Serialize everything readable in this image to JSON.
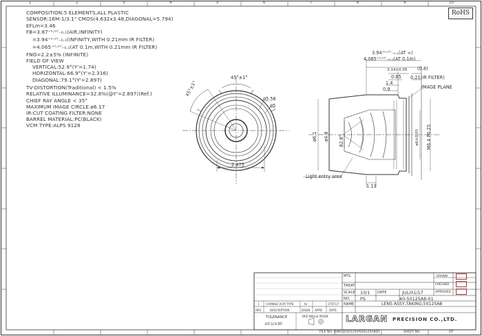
{
  "document": {
    "rohs_mark": "RoHS",
    "spec_lines": [
      "COMPOSITION:5 ELEMENTS,ALL PLASTIC",
      "SENSOR:16M-1/3.1\" CMOS(4.632x3.48,DIAGONAL=5.794)",
      "EFLm=3.46",
      "FB=3.87⁺⁰·⁰⁷₋₀.₁(AIR,INFINITY)",
      "=3.94⁺⁰·⁰⁷₋₀.₁(INFINITY,WITH 0.21mm IR FILTER)",
      "=4.065⁺⁰·⁰⁷₋₀.₁(AT 0.1m,WITH 0.21mm IR FILTER)",
      "FNO=2.2±5% (INFINITE)",
      "FIELD OF VIEW",
      "VERTICAL:52.9°(Y'=1.74)",
      "HORIZONTAL:66.9°(Y'=2.316)",
      "DIAGONAL:79.1°(Y'=2.897)",
      "TV-DISTORTION(Traditional)  < 1.5%",
      "RELATIVE ILLUMINANCE=32.8%(@Y'=2.897)(Ref.)",
      "CHIEF RAY ANGLE < 35°",
      "MAXIMUM IMAGE CIRCLE:ø6.17",
      "IR-CUT COATING FILTER:NONE",
      "BARREL MATERIAL:PC(BLACK)",
      "VCM TYPE:ALPS 9128"
    ],
    "border_numbers_top": [
      "1",
      "2",
      "3",
      "4",
      "5",
      "6",
      "7",
      "8",
      "9",
      "10"
    ],
    "front_view_dims": {
      "angle_45": "45°±1°",
      "angle_45_left": "45°±1°",
      "d556": "ø5.56",
      "d5": "ø5",
      "width": "2.975"
    },
    "side_view_dims": {
      "fb_infinity": "3.94⁺⁰·⁰⁷₋₀.₁(AT ∞)",
      "fb_01m": "4.065⁺⁰·⁰⁷₋₀.₁(AT 0.1m)",
      "d314": "3.14±0.05",
      "d08": "(0.8)",
      "d065": "0.65",
      "d14": "1.4",
      "d021": "0.21(IR FILTER)",
      "d09": "0.9",
      "image_plane": "IMAGE PLANE",
      "dia61": "ø6.1",
      "dia48": "ø4.8",
      "angle82": "82.8°",
      "dia6": "ø6±0.05",
      "thread": "M6.4 P0.25",
      "light_entry": "Light entry area",
      "d113": "1.13"
    },
    "title_block": {
      "mtl_label": "MTL",
      "treat_label": "TREAT",
      "scale_label": "SCALE",
      "scale_value": "10/1",
      "date_label": "DATE",
      "date_value": "JUL/01/17",
      "no_label": "NO.",
      "no_prefix": "PS",
      "no_value": "40-50125A8-01",
      "name_label": "NAME",
      "name_value": "LENS ASSY,TAKING,50125A8",
      "drawn_label": "DRAWN",
      "checked_label": "CHECKED",
      "approved_label": "APPROVED",
      "rev_label": "REV",
      "description_label": "DESCRIPTION",
      "dsgn_label": "DSGN",
      "appd_label": "APPD",
      "date_col_label": "DATE",
      "rev_no": "1",
      "rev_desc": "CHANGE VCM TYPE",
      "rev_dsgn": "IU",
      "rev_date": "170717",
      "tolerance_label": "TOLERANCE",
      "tolerance_value": "±0.1/±30'",
      "projection_label": "3RD ANGLE PROJR.",
      "company_logo": "LARGAN",
      "company_name": "PRECISION CO.,LTD.",
      "file_no": "FILE NO. \\DWGD\\50125\\PS50125A8D1",
      "sheet_no": "SHEET NO.",
      "sheet_of": "OF"
    }
  }
}
